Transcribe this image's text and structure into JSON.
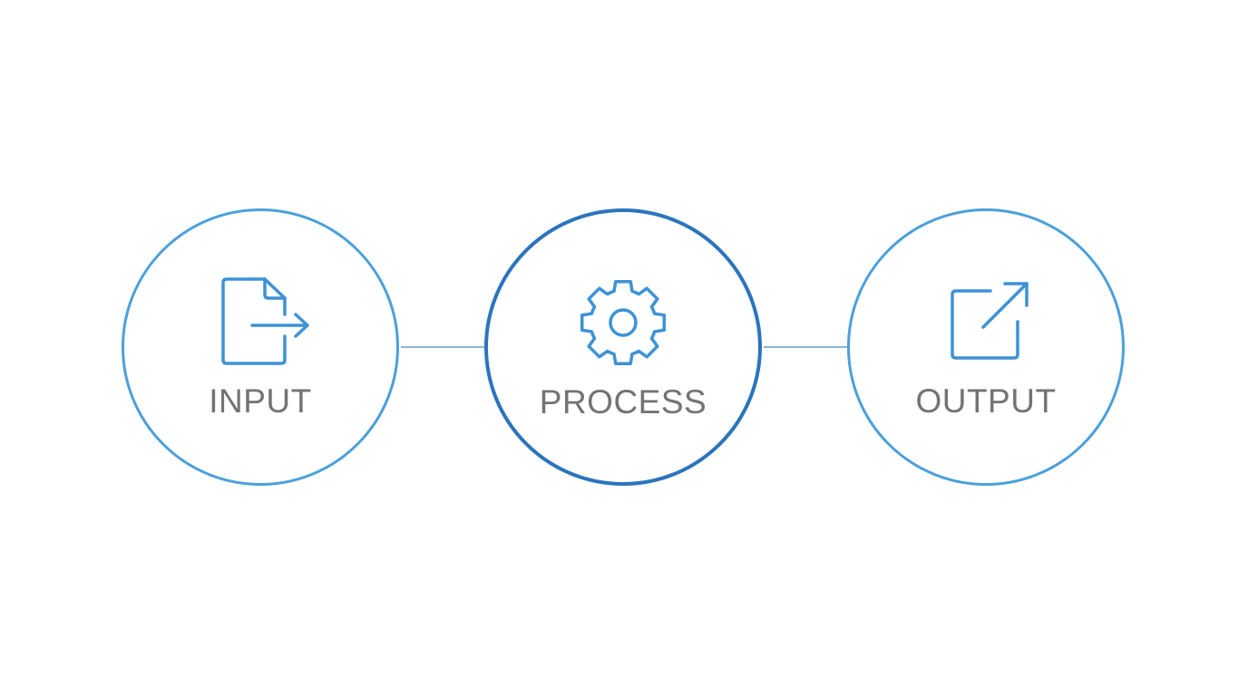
{
  "colors": {
    "node_border": "#4aa0dc",
    "node_border_active": "#2b74bd",
    "icon": "#3d92d6",
    "connector": "#8fb4d6",
    "label": "#737373"
  },
  "nodes": [
    {
      "label": "INPUT",
      "icon": "file-arrow-right-icon"
    },
    {
      "label": "PROCESS",
      "icon": "gear-icon"
    },
    {
      "label": "OUTPUT",
      "icon": "external-link-icon"
    }
  ]
}
